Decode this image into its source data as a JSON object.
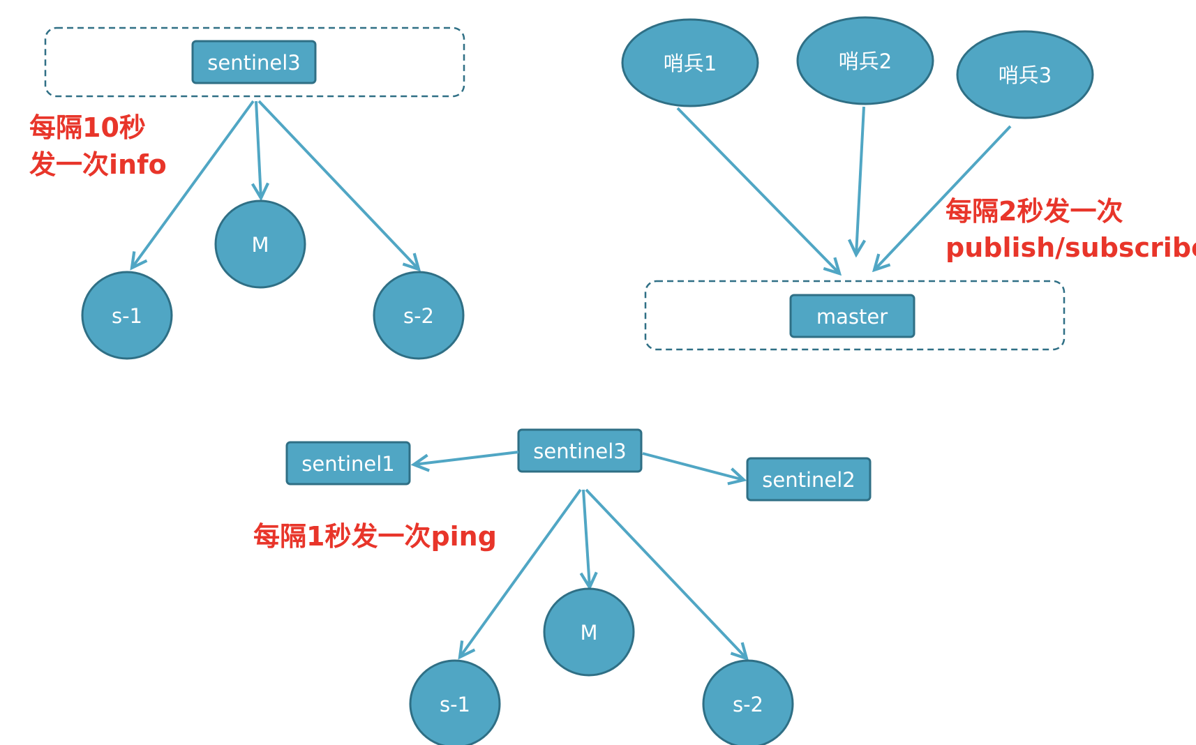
{
  "colors": {
    "node_fill": "#50A6C4",
    "node_stroke": "#2F6F85",
    "edge": "#50A6C4",
    "annotation": "#E8352A"
  },
  "panel_info": {
    "source": "sentinel3",
    "master": "M",
    "slave1": "s-1",
    "slave2": "s-2",
    "annotation_line1": "每隔10秒",
    "annotation_line2": "发一次info"
  },
  "panel_pubsub": {
    "sentinel_a": "哨兵1",
    "sentinel_b": "哨兵2",
    "sentinel_c": "哨兵3",
    "target": "master",
    "annotation_line1": "每隔2秒发一次",
    "annotation_line2": "publish/subscribe"
  },
  "panel_ping": {
    "source": "sentinel3",
    "peer1": "sentinel1",
    "peer2": "sentinel2",
    "master": "M",
    "slave1": "s-1",
    "slave2": "s-2",
    "annotation": "每隔1秒发一次ping"
  }
}
